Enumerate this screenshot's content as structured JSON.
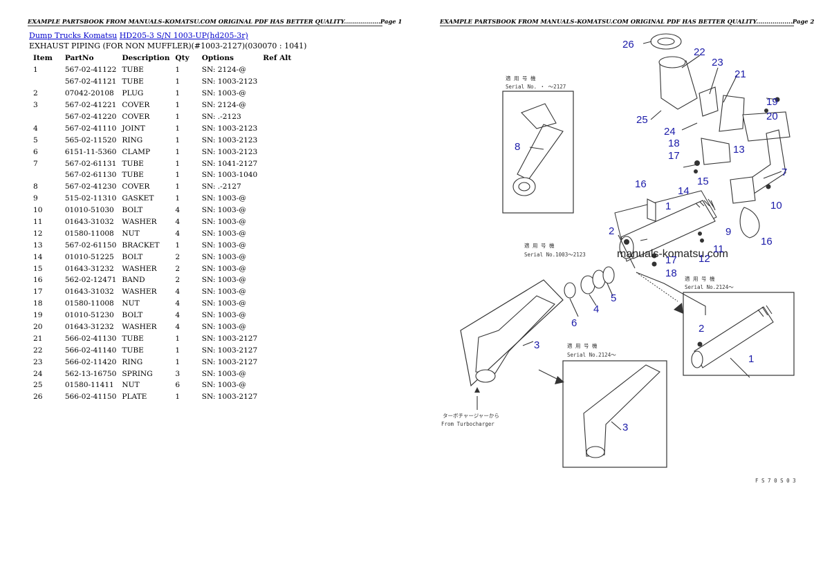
{
  "headers": {
    "page1": "EXAMPLE PARTSBOOK FROM MANUALS-KOMATSU.COM ORIGINAL PDF HAS BETTER QUALITY..................Page 1",
    "page2": "EXAMPLE PARTSBOOK FROM MANUALS-KOMATSU.COM ORIGINAL PDF HAS BETTER QUALITY..................Page 2"
  },
  "breadcrumb": {
    "link1": "Dump Trucks Komatsu",
    "link2": "HD205-3 S/N 1003-UP(hd205-3r)"
  },
  "subtitle": "EXHAUST PIPING (FOR NON MUFFLER)(#1003-2127)(030070 : 1041)",
  "table": {
    "columns": [
      "Item",
      "PartNo",
      "Description",
      "Qty",
      "Options",
      "Ref Alt"
    ],
    "rows": [
      [
        "1",
        "567-02-41122",
        "TUBE",
        "1",
        "SN: 2124-@"
      ],
      [
        "",
        "567-02-41121",
        "TUBE",
        "1",
        "SN: 1003-2123"
      ],
      [
        "2",
        "07042-20108",
        "PLUG",
        "1",
        "SN: 1003-@"
      ],
      [
        "3",
        "567-02-41221",
        "COVER",
        "1",
        "SN: 2124-@"
      ],
      [
        "",
        "567-02-41220",
        "COVER",
        "1",
        "SN: .-2123"
      ],
      [
        "4",
        "567-02-41110",
        "JOINT",
        "1",
        "SN: 1003-2123"
      ],
      [
        "5",
        "565-02-11520",
        "RING",
        "1",
        "SN: 1003-2123"
      ],
      [
        "6",
        "6151-11-5360",
        "CLAMP",
        "1",
        "SN: 1003-2123"
      ],
      [
        "7",
        "567-02-61131",
        "TUBE",
        "1",
        "SN: 1041-2127"
      ],
      [
        "",
        "567-02-61130",
        "TUBE",
        "1",
        "SN: 1003-1040"
      ],
      [
        "8",
        "567-02-41230",
        "COVER",
        "1",
        "SN: .-2127"
      ],
      [
        "9",
        "515-02-11310",
        "GASKET",
        "1",
        "SN: 1003-@"
      ],
      [
        "10",
        "01010-51030",
        "BOLT",
        "4",
        "SN: 1003-@"
      ],
      [
        "11",
        "01643-31032",
        "WASHER",
        "4",
        "SN: 1003-@"
      ],
      [
        "12",
        "01580-11008",
        "NUT",
        "4",
        "SN: 1003-@"
      ],
      [
        "13",
        "567-02-61150",
        "BRACKET",
        "1",
        "SN: 1003-@"
      ],
      [
        "14",
        "01010-51225",
        "BOLT",
        "2",
        "SN: 1003-@"
      ],
      [
        "15",
        "01643-31232",
        "WASHER",
        "2",
        "SN: 1003-@"
      ],
      [
        "16",
        "562-02-12471",
        "BAND",
        "2",
        "SN: 1003-@"
      ],
      [
        "17",
        "01643-31032",
        "WASHER",
        "4",
        "SN: 1003-@"
      ],
      [
        "18",
        "01580-11008",
        "NUT",
        "4",
        "SN: 1003-@"
      ],
      [
        "19",
        "01010-51230",
        "BOLT",
        "4",
        "SN: 1003-@"
      ],
      [
        "20",
        "01643-31232",
        "WASHER",
        "4",
        "SN: 1003-@"
      ],
      [
        "21",
        "566-02-41130",
        "TUBE",
        "1",
        "SN: 1003-2127"
      ],
      [
        "22",
        "566-02-41140",
        "TUBE",
        "1",
        "SN: 1003-2127"
      ],
      [
        "23",
        "566-02-11420",
        "RING",
        "1",
        "SN: 1003-2127"
      ],
      [
        "24",
        "562-13-16750",
        "SPRING",
        "3",
        "SN: 1003-@"
      ],
      [
        "25",
        "01580-11411",
        "NUT",
        "6",
        "SN: 1003-@"
      ],
      [
        "26",
        "566-02-41150",
        "PLATE",
        "1",
        "SN: 1003-2127"
      ]
    ]
  },
  "diagram": {
    "watermark": "manuals-komatsu.com",
    "notes": {
      "n1_jp": "適 用 号 機",
      "n1_serial": "Serial No.  ・ ～2127",
      "n2_jp": "適 用 号 機",
      "n2_serial": "Serial No.1003～2123",
      "n3_jp": "適 用 号 機",
      "n3_serial": "Serial No.2124～",
      "n4_jp": "適 用 号 機",
      "n4_serial": "Serial No.2124～",
      "turbo_jp": "ターボチャージャーから",
      "turbo_en": "From Turbocharger",
      "figure_code": "F S 7 0 S 0 3"
    },
    "callouts": {
      "c1a": "1",
      "c1b": "1",
      "c2a": "2",
      "c2b": "2",
      "c3a": "3",
      "c3b": "3",
      "c4": "4",
      "c5": "5",
      "c6": "6",
      "c7": "7",
      "c8": "8",
      "c9": "9",
      "c10": "10",
      "c11": "11",
      "c12": "12",
      "c13": "13",
      "c14": "14",
      "c15": "15",
      "c16a": "16",
      "c16b": "16",
      "c17a": "17",
      "c17b": "17",
      "c18a": "18",
      "c18b": "18",
      "c19": "19",
      "c20": "20",
      "c21": "21",
      "c22": "22",
      "c23": "23",
      "c24": "24",
      "c25": "25",
      "c26": "26"
    }
  }
}
